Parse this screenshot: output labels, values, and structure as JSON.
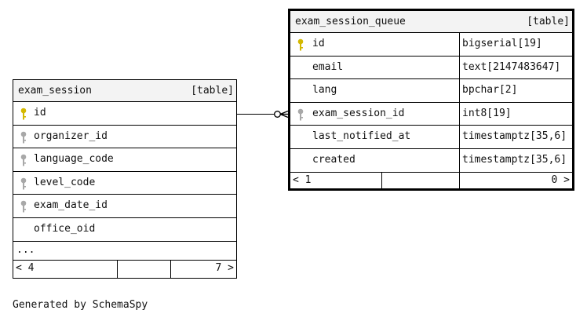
{
  "tables": {
    "exam_session": {
      "name": "exam_session",
      "type_label": "[table]",
      "columns": [
        {
          "name": "id",
          "key": "primary"
        },
        {
          "name": "organizer_id",
          "key": "foreign"
        },
        {
          "name": "language_code",
          "key": "foreign"
        },
        {
          "name": "level_code",
          "key": "foreign"
        },
        {
          "name": "exam_date_id",
          "key": "foreign"
        },
        {
          "name": "office_oid",
          "key": "none"
        }
      ],
      "ellipsis": "...",
      "footer": {
        "left": "< 4",
        "right": "7 >"
      }
    },
    "exam_session_queue": {
      "name": "exam_session_queue",
      "type_label": "[table]",
      "columns": [
        {
          "name": "id",
          "type": "bigserial[19]",
          "key": "primary"
        },
        {
          "name": "email",
          "type": "text[2147483647]",
          "key": "none"
        },
        {
          "name": "lang",
          "type": "bpchar[2]",
          "key": "none"
        },
        {
          "name": "exam_session_id",
          "type": "int8[19]",
          "key": "foreign"
        },
        {
          "name": "last_notified_at",
          "type": "timestamptz[35,6]",
          "key": "none"
        },
        {
          "name": "created",
          "type": "timestamptz[35,6]",
          "key": "none"
        }
      ],
      "footer": {
        "left": "< 1",
        "right": "0 >"
      }
    }
  },
  "key_colors": {
    "primary": "#d4b800",
    "foreign": "#a8a8a8"
  },
  "footer_text": "Generated by SchemaSpy"
}
